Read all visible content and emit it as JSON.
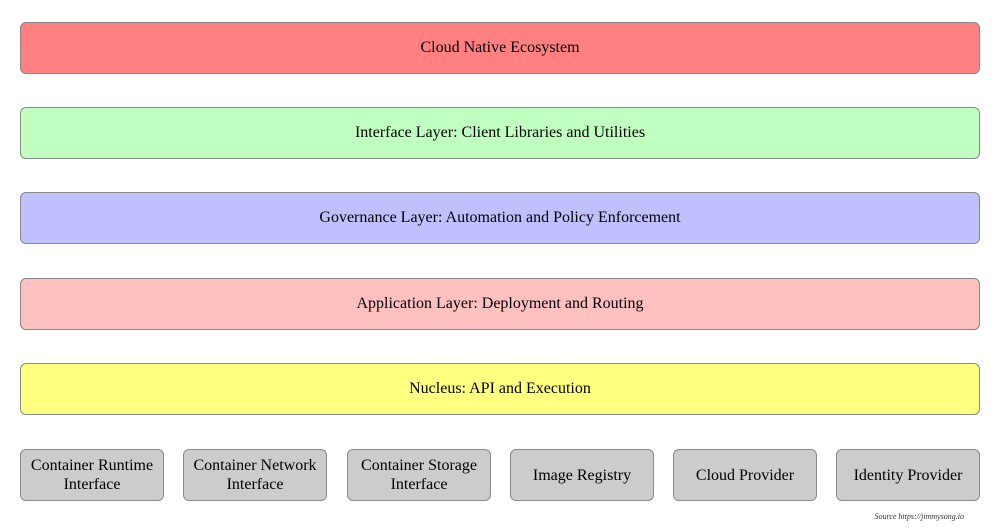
{
  "layers": {
    "ecosystem": "Cloud Native Ecosystem",
    "interface": "Interface Layer: Client Libraries and Utilities",
    "governance": "Governance Layer: Automation and Policy Enforcement",
    "application": "Application Layer: Deployment and Routing",
    "nucleus": "Nucleus: API and Execution"
  },
  "foundation": [
    "Container Runtime Interface",
    "Container Network Interface",
    "Container Storage Interface",
    "Image Registry",
    "Cloud Provider",
    "Identity Provider"
  ],
  "source": "Source https://jimmysong.io",
  "colors": {
    "ecosystem": "#ff8080",
    "interface": "#c0ffc0",
    "governance": "#c0c0ff",
    "application": "#ffc0c0",
    "nucleus": "#ffff80",
    "foundation": "#cccccc"
  }
}
